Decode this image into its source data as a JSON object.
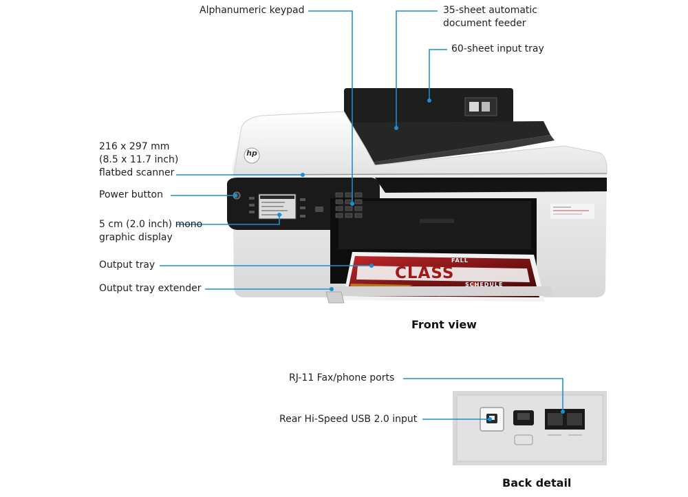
{
  "callouts": {
    "keypad": "Alphanumeric keypad",
    "feeder_line1": "35-sheet automatic",
    "feeder_line2": "document feeder",
    "input_tray": "60-sheet input tray",
    "scanner_line1": "216 x 297 mm",
    "scanner_line2": "(8.5 x 11.7 inch)",
    "scanner_line3": "flatbed scanner",
    "power": "Power button",
    "display_line1": "5 cm (2.0 inch) mono",
    "display_line2": "graphic display",
    "output_tray": "Output tray",
    "output_extender": "Output tray extender",
    "rj11": "RJ-11 Fax/phone ports",
    "usb": "Rear Hi-Speed USB 2.0 input"
  },
  "captions": {
    "front": "Front view",
    "back": "Back detail"
  },
  "printer": {
    "logo": "hp",
    "poster_top": "FALL",
    "poster_main": "CLASS",
    "poster_sub": "SCHEDULE"
  },
  "colors": {
    "leader": "#1a8fd1",
    "body": "#eeeeee",
    "dark": "#1c1c1c"
  }
}
